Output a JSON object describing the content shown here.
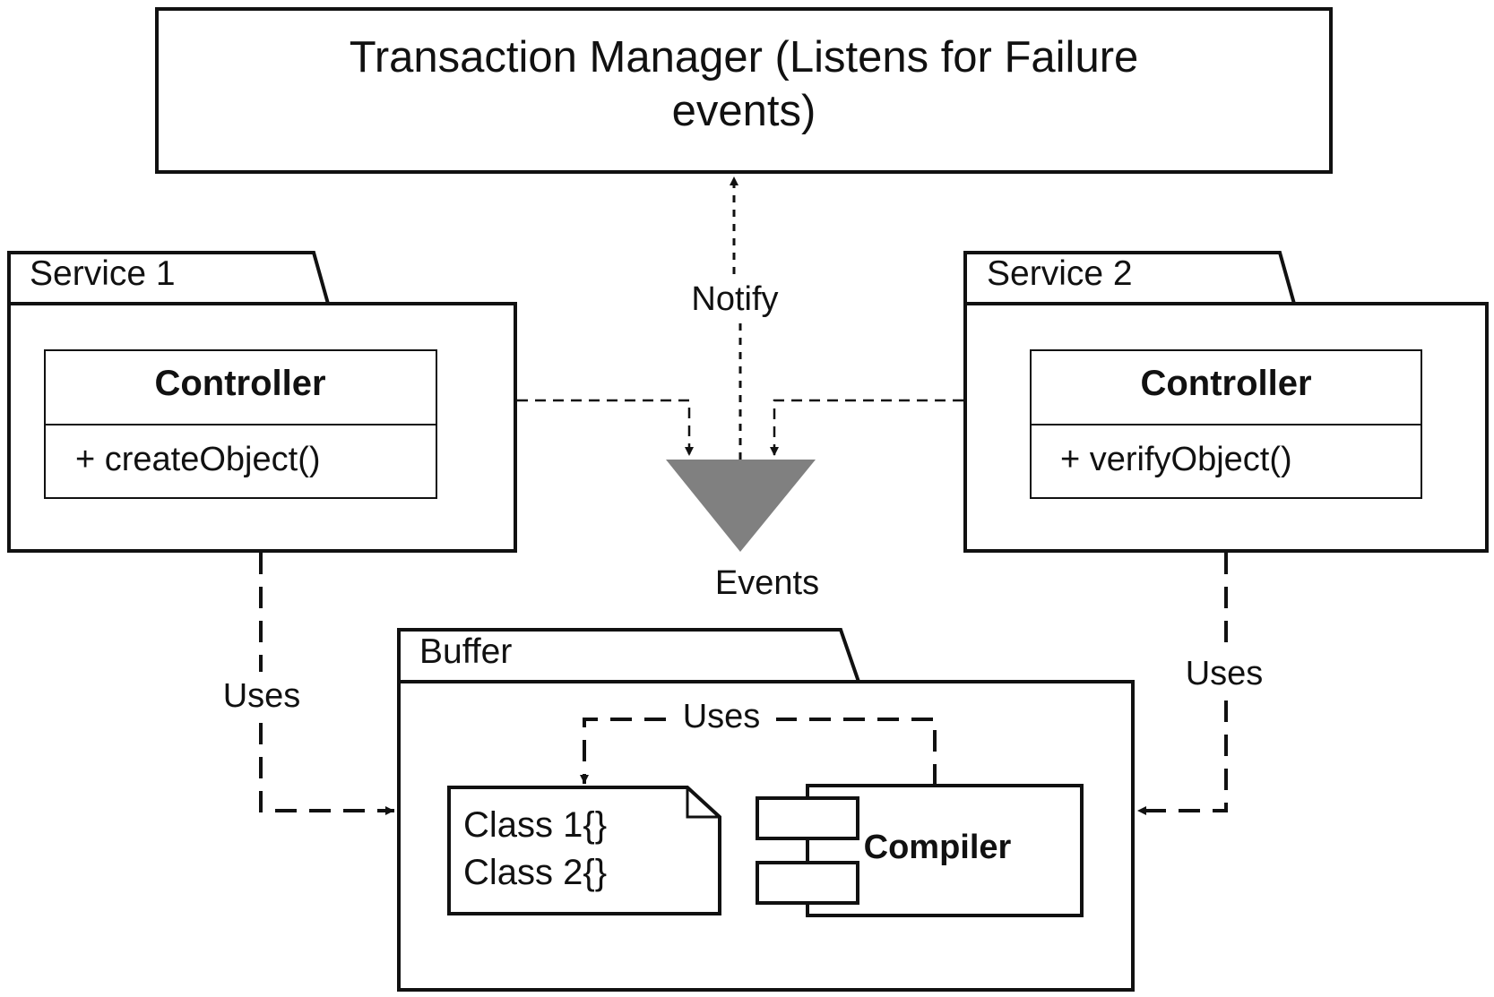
{
  "transaction_manager": {
    "line1": "Transaction Manager (Listens for Failure",
    "line2": "events)"
  },
  "service1": {
    "tab_label": "Service 1",
    "controller": {
      "title": "Controller",
      "method": "+ createObject()"
    }
  },
  "service2": {
    "tab_label": "Service 2",
    "controller": {
      "title": "Controller",
      "method": "+ verifyObject()"
    }
  },
  "events": {
    "label": "Events",
    "fill_color": "#808080"
  },
  "connectors": {
    "notify": "Notify",
    "uses_left": "Uses",
    "uses_right": "Uses",
    "uses_inner": "Uses"
  },
  "buffer": {
    "tab_label": "Buffer",
    "document": {
      "line1": "Class 1{}",
      "line2": "Class 2{}"
    },
    "component": {
      "label": "Compiler"
    }
  }
}
